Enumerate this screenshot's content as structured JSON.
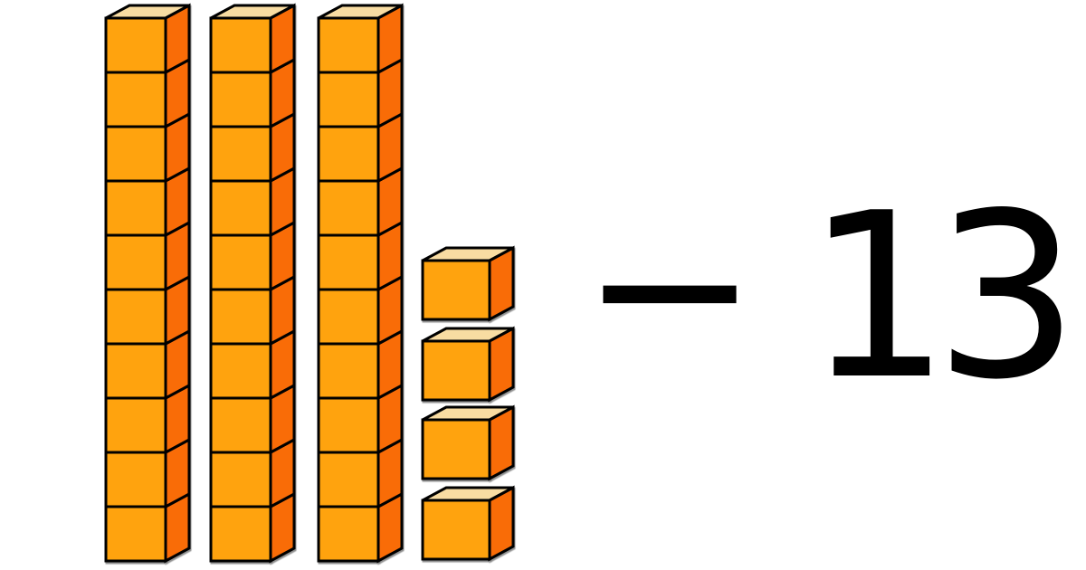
{
  "figure": {
    "blocks": {
      "tens_rods_count": 3,
      "cubes_per_rod": 10,
      "ones_cubes_count": 4,
      "represented_value": 34
    },
    "expression": {
      "operator": "−",
      "operand": "13"
    },
    "colors": {
      "background": "#ffffff",
      "cube_front": "#FFA30E",
      "cube_side": "#F96C07",
      "cube_top": "#F8DCA2",
      "cube_outline": "#000000",
      "text": "#000000"
    }
  }
}
